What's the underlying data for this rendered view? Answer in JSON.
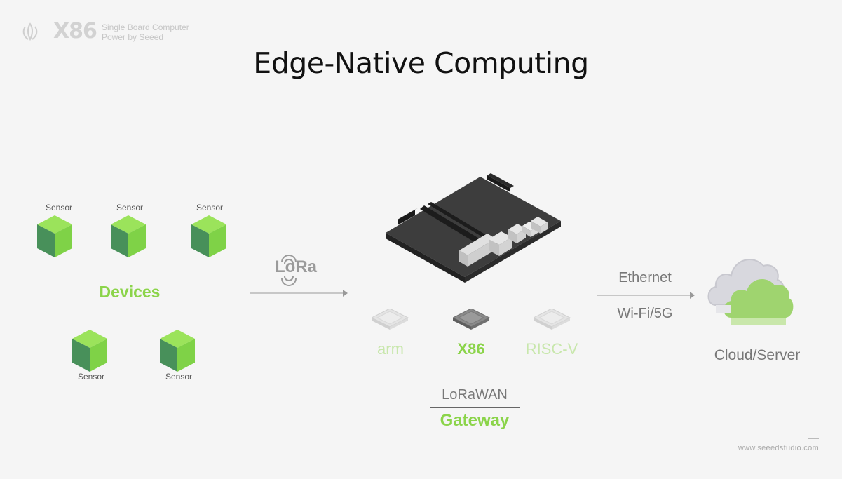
{
  "header": {
    "brand_name": "X86",
    "brand_line1": "Single Board Computer",
    "brand_line2": "Power by Seeed",
    "title": "Edge-Native Computing"
  },
  "devices": {
    "sensor_label": "Sensor",
    "sensors": [
      "Sensor",
      "Sensor",
      "Sensor",
      "Sensor",
      "Sensor"
    ],
    "group_label": "Devices"
  },
  "link_left": {
    "protocol_logo": "LoRa"
  },
  "gateway": {
    "chips": [
      "arm",
      "X86",
      "RISC-V"
    ],
    "active_chip": "X86",
    "lorawan_label": "LoRaWAN",
    "gateway_label": "Gateway"
  },
  "link_right": {
    "line1": "Ethernet",
    "line2": "Wi-Fi/5G"
  },
  "cloud": {
    "label": "Cloud/Server"
  },
  "footer": {
    "url": "www.seeedstudio.com"
  },
  "colors": {
    "accent_green": "#8bd44a",
    "cube_top": "#9be35b",
    "cube_left": "#48905a",
    "cube_right": "#7fd247",
    "board_top": "#3d3d3d",
    "background": "#f5f5f5"
  },
  "icons": [
    "seeed-logo-icon",
    "sensor-cube-icon",
    "lora-icon",
    "sbc-board-icon",
    "cpu-chip-icon",
    "cloud-icon"
  ]
}
